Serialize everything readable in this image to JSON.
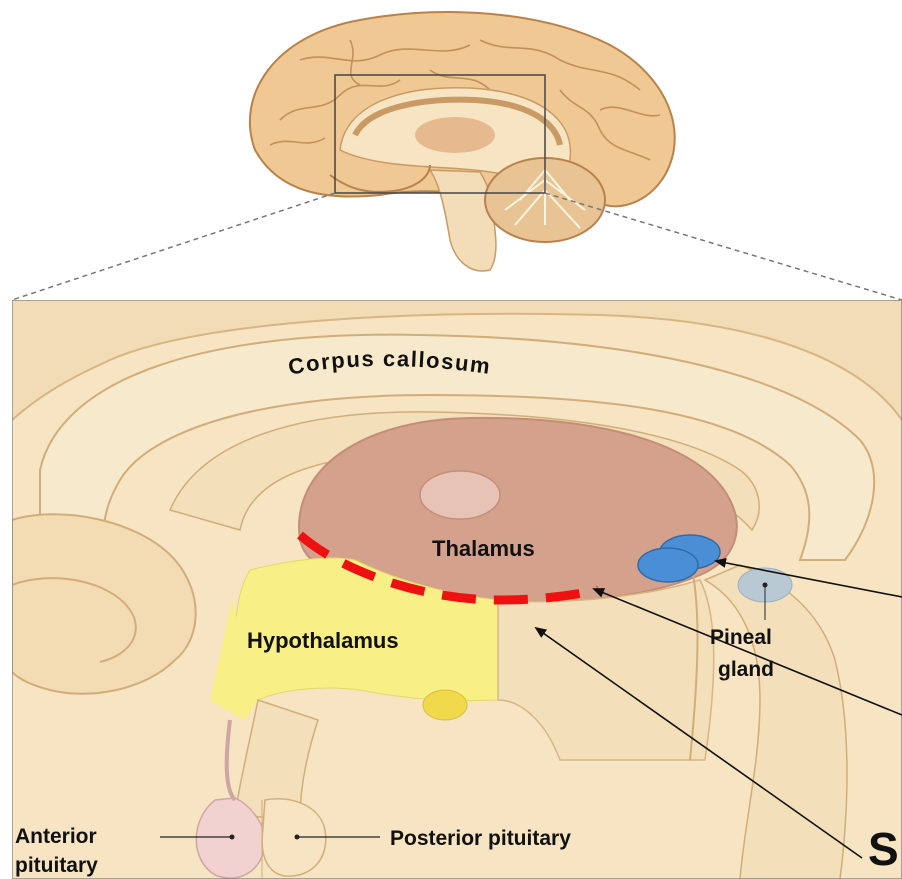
{
  "labels": {
    "corpus_callosum": "Corpus callosum",
    "thalamus": "Thalamus",
    "hypothalamus": "Hypothalamus",
    "pineal_line1": "Pineal",
    "pineal_line2": "gland",
    "anterior_line1": "Anterior",
    "anterior_line2": "pituitary",
    "posterior": "Posterior pituitary",
    "cut_letter": "S"
  },
  "colors": {
    "background": "#ffffff",
    "tissue": "#f6e4c3",
    "tissue_dark": "#e7c99a",
    "cortex": "#efc893",
    "cortex_line": "#b9824c",
    "thalamus": "#d4a18d",
    "hypothalamus": "#f8ef86",
    "pineal": "#b9c9d3",
    "marker_blue": "#4a8fd6",
    "dashed_red": "#ee1111",
    "pituitary": "#f1d2d0",
    "pointer": "#111111"
  }
}
